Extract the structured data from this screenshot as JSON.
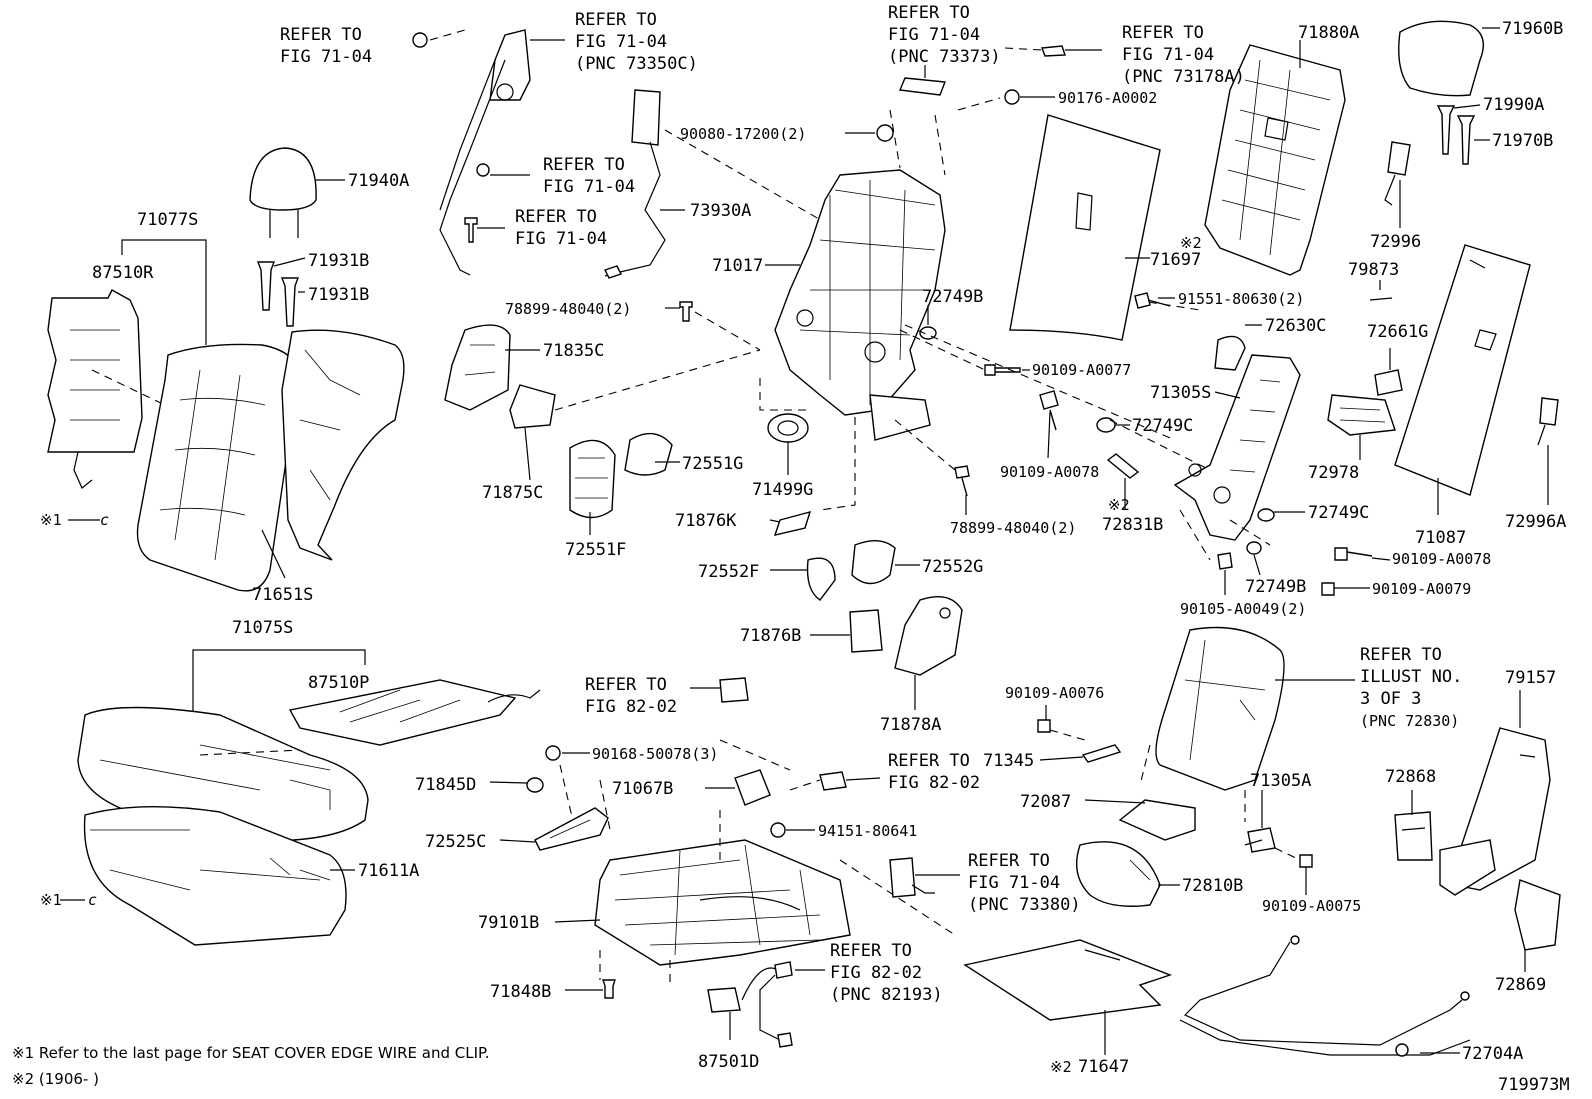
{
  "diagram_id": "719973M",
  "footnotes": [
    "※1  Refer to the last page for SEAT COVER EDGE WIRE and CLIP.",
    "※2  (1906-      )"
  ],
  "labels": {
    "ref_7104_a": [
      "REFER TO",
      "FIG 71-04"
    ],
    "ref_7104_73350c": [
      "REFER TO",
      "FIG 71-04",
      "(PNC 73350C)"
    ],
    "ref_7104_b": [
      "REFER TO",
      "FIG 71-04"
    ],
    "ref_7104_c": [
      "REFER TO",
      "FIG 71-04"
    ],
    "ref_7104_73373": [
      "REFER TO",
      "FIG 71-04",
      "(PNC 73373)"
    ],
    "ref_7104_73178a": [
      "REFER TO",
      "FIG 71-04",
      "(PNC 73178A)"
    ],
    "ref_8202_a": [
      "REFER TO",
      "FIG 82-02"
    ],
    "ref_8202_b": [
      "REFER TO",
      "FIG 82-02"
    ],
    "ref_7104_73380": [
      "REFER TO",
      "FIG 71-04",
      "(PNC 73380)"
    ],
    "ref_8202_82193": [
      "REFER TO",
      "FIG 82-02",
      "(PNC 82193)"
    ],
    "ref_illust": [
      "REFER TO",
      "ILLUST NO.",
      "3 OF 3",
      "(PNC 72830)"
    ],
    "p71940A": "71940A",
    "p71077S": "71077S",
    "p87510R": "87510R",
    "p71931B_a": "71931B",
    "p71931B_b": "71931B",
    "p71651S": "71651S",
    "p71075S": "71075S",
    "p87510P": "87510P",
    "p71611A": "71611A",
    "p71845D": "71845D",
    "p72525C": "72525C",
    "p79101B": "79101B",
    "p71848B": "71848B",
    "p87501D": "87501D",
    "p90168": "90168-50078(3)",
    "p71067B": "71067B",
    "p94151": "94151-80641",
    "p73930A": "73930A",
    "p90080": "90080-17200(2)",
    "p71017": "71017",
    "p78899_a": "78899-48040(2)",
    "p71835C": "71835C",
    "p71875C": "71875C",
    "p72551G": "72551G",
    "p72551F": "72551F",
    "p71499G": "71499G",
    "p71876K": "71876K",
    "p72552F": "72552F",
    "p72552G": "72552G",
    "p71876B": "71876B",
    "p71878A": "71878A",
    "p90176": "90176-A0002",
    "p71697": "71697",
    "p71697_note": "※2",
    "p72749B_a": "72749B",
    "p90109_77": "90109-A0077",
    "p90109_78a": "90109-A0078",
    "p78899_b": "78899-48040(2)",
    "p72749C_a": "72749C",
    "p72831B": "72831B",
    "p72831B_note": "※2",
    "p91551": "91551-80630(2)",
    "p72630C": "72630C",
    "p71305S": "71305S",
    "p72749C_b": "72749C",
    "p90109_78b": "90109-A0078",
    "p72749B_b": "72749B",
    "p90109_79": "90109-A0079",
    "p90105": "90105-A0049(2)",
    "p71880A": "71880A",
    "p71960B": "71960B",
    "p71990A": "71990A",
    "p71970B": "71970B",
    "p72996": "72996",
    "p79873": "79873",
    "p72661G": "72661G",
    "p72978": "72978",
    "p71087": "71087",
    "p72996A": "72996A",
    "p90109_76": "90109-A0076",
    "p71345": "71345",
    "p72087": "72087",
    "p71305A": "71305A",
    "p72810B": "72810B",
    "p90109_75": "90109-A0075",
    "p71647": "71647",
    "p71647_note": "※2",
    "p79157": "79157",
    "p72868": "72868",
    "p72869": "72869",
    "p72704A": "72704A",
    "clip_note_a": "※1",
    "clip_note_b": "※1"
  }
}
